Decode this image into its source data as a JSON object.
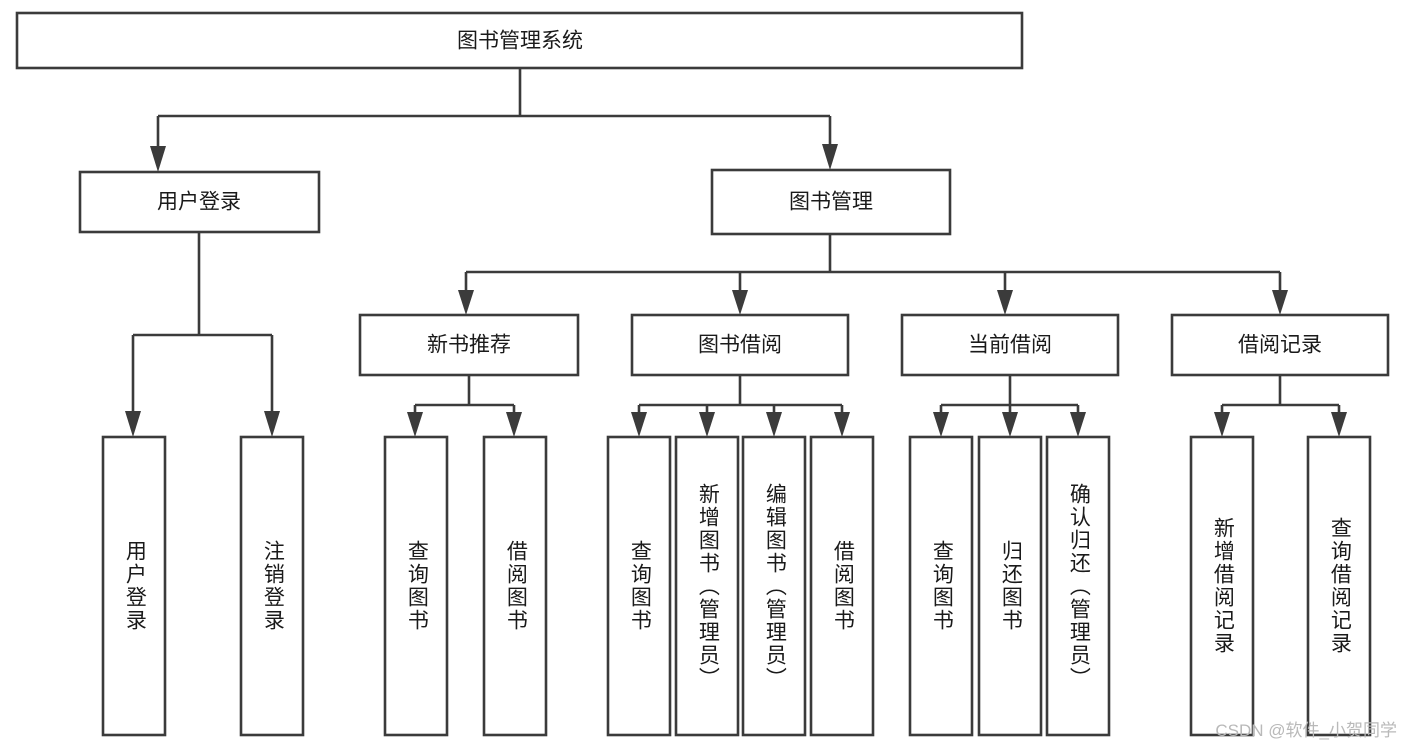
{
  "diagram": {
    "title": "图书管理系统",
    "type": "tree",
    "watermark": "CSDN @软件_小贺同学",
    "colors": {
      "box_stroke": "#3b3b3b",
      "box_fill": "#ffffff",
      "text": "#1a1a1a",
      "watermark": "#b9b9b9",
      "background": "#ffffff"
    },
    "root": {
      "label": "图书管理系统"
    },
    "level1": [
      {
        "label": "用户登录"
      },
      {
        "label": "图书管理"
      }
    ],
    "level2": [
      {
        "label": "新书推荐"
      },
      {
        "label": "图书借阅"
      },
      {
        "label": "当前借阅"
      },
      {
        "label": "借阅记录"
      }
    ],
    "leaves": {
      "user_login": [
        {
          "label": "用户登录"
        },
        {
          "label": "注销登录"
        }
      ],
      "new_book_recommend": [
        {
          "label": "查询图书"
        },
        {
          "label": "借阅图书"
        }
      ],
      "book_borrow": [
        {
          "label": "查询图书"
        },
        {
          "label": "新增图书（管理员）"
        },
        {
          "label": "编辑图书（管理员）"
        },
        {
          "label": "借阅图书"
        }
      ],
      "current_borrow": [
        {
          "label": "查询图书"
        },
        {
          "label": "归还图书"
        },
        {
          "label": "确认归还（管理员）"
        }
      ],
      "borrow_record": [
        {
          "label": "新增借阅记录"
        },
        {
          "label": "查询借阅记录"
        }
      ]
    }
  }
}
